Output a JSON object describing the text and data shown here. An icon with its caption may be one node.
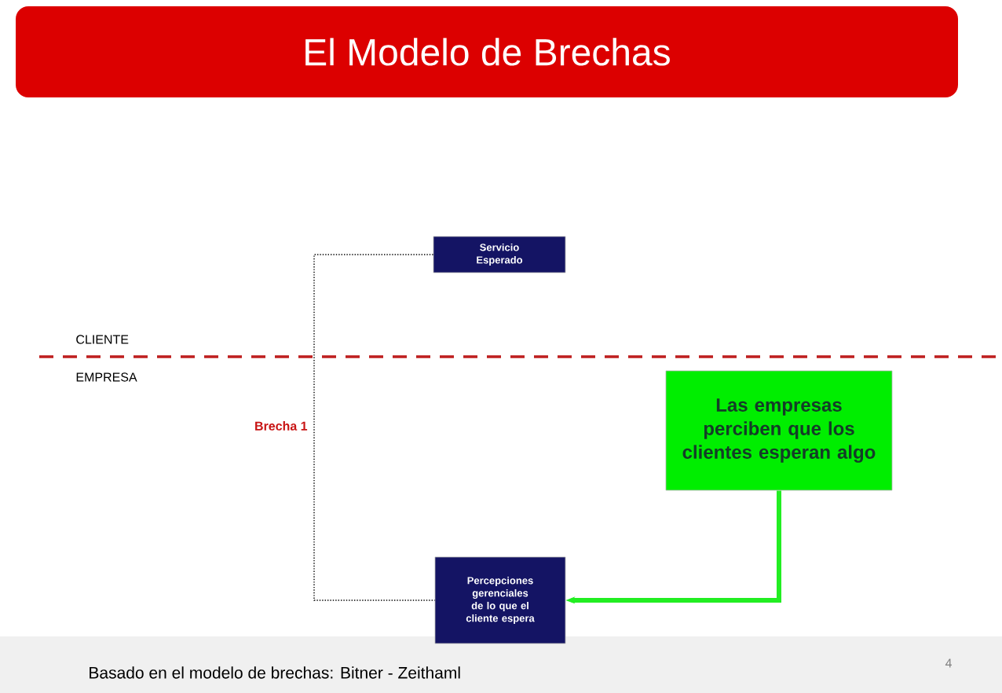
{
  "diagram": {
    "title": "El Modelo de Brechas",
    "nodes": [
      {
        "text": [
          "Servicio Esperado"
        ]
      },
      {
        "text": [
          "Percepciones gerenciales de lo que el cliente espera"
        ]
      },
      {
        "text": [
          "Las empresas perciben que los clientes esperan algo"
        ]
      }
    ],
    "edges": [
      {
        "from": 0,
        "to": 1,
        "arrow": "none",
        "style": "dashed",
        "label": "Brecha 1"
      },
      {
        "from": 2,
        "to": 1,
        "arrow": "to",
        "style": "thick",
        "color": "#22ee22"
      }
    ],
    "labels": [
      "CLIENTE",
      "EMPRESA",
      "Basado en el modelo de brechas: Bitner - Zeithaml",
      "4"
    ]
  }
}
